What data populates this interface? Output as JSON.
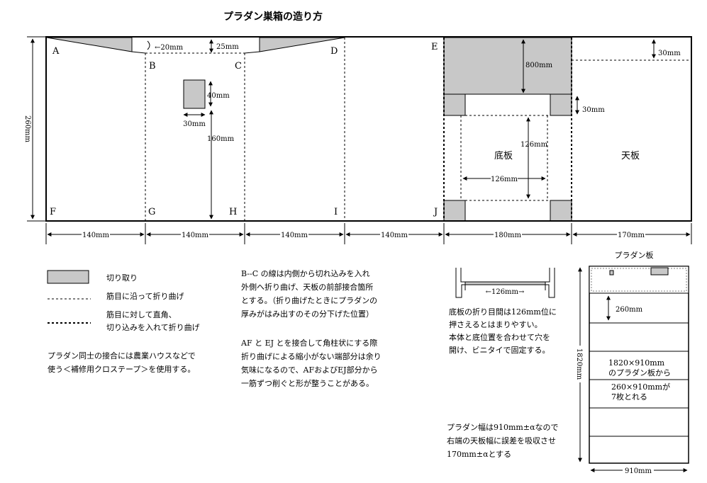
{
  "title": "プラダン巣箱の造り方",
  "points": {
    "A": "A",
    "B": "B",
    "C": "C",
    "D": "D",
    "E": "E",
    "F": "F",
    "G": "G",
    "H": "H",
    "I": "I",
    "J": "J"
  },
  "dims": {
    "height": "260mm",
    "d20": "←20mm",
    "d25": "25mm",
    "d40": "40mm",
    "d30w": "30mm",
    "d160": "160mm",
    "d800": "800mm",
    "d30a": "30mm",
    "d30b": "30mm",
    "d126v": "126mm",
    "d126h": "126mm",
    "widths": [
      "140mm",
      "140mm",
      "140mm",
      "140mm",
      "180mm",
      "170mm"
    ]
  },
  "panels": {
    "bottom": "底板",
    "top": "天板"
  },
  "legend": {
    "cut": "切り取り",
    "fold": "筋目に沿って折り曲げ",
    "cross_line1": "筋目に対して直角、",
    "cross_line2": "切り込みを入れて折り曲げ"
  },
  "notes": {
    "joint": [
      "プラダン同士の接合には農業ハウスなどで",
      "使う＜補修用クロステープ＞を使用する。"
    ],
    "bc": [
      "B--C の線は内側から切れ込みを入れ",
      "外側へ折り曲げ、天板の前部接合箇所",
      "とする。（折り曲げたときにプラダンの",
      "厚みがはみ出すのその分下げた位置）"
    ],
    "af": [
      "AF と EJ とを接合して角柱状にする際",
      "折り曲げによる縮小がない端部分は余り",
      "気味になるので、AFおよびEJ部分から",
      "一筋ずつ削ぐと形が整うことがある。"
    ],
    "fold_detail": {
      "dim": "←126mm→",
      "lines": [
        "底板の折り目間は126mm位に",
        "押さえるとはまりやすい。",
        "本体と底位置を合わせて穴を",
        "開け、ビニタイで固定する。"
      ]
    },
    "width": [
      "プラダン幅は910mm±αなので",
      "右端の天板幅に誤差を吸収させ",
      "170mm±αとする"
    ]
  },
  "sheet": {
    "title": "プラダン板",
    "d260": "260mm",
    "d1820": "1820mm",
    "d910": "910mm",
    "text1": [
      "1820×910mm",
      "のプラダン板から"
    ],
    "text2": [
      "260×910mmが",
      "7枚とれる"
    ]
  }
}
